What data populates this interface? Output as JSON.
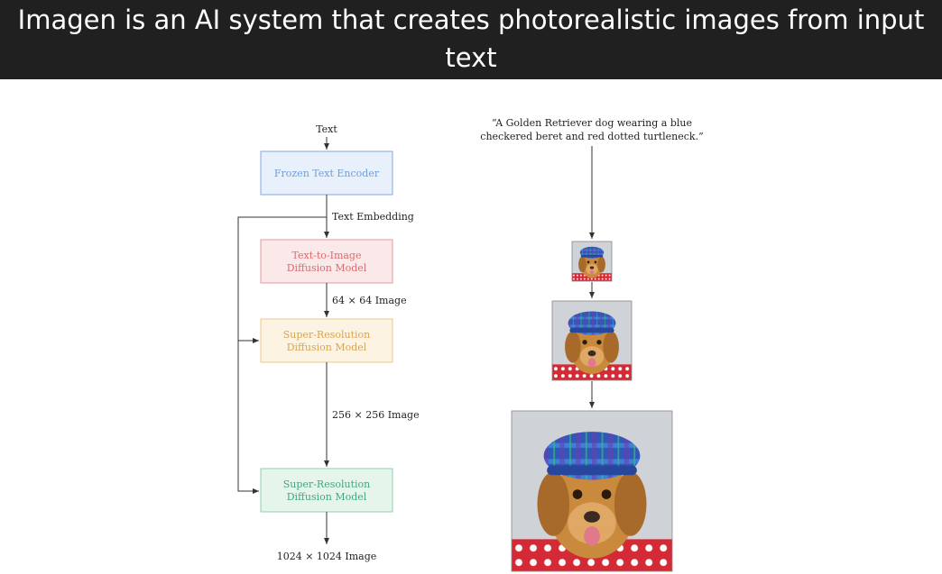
{
  "slide": {
    "title": "Imagen is an AI system that creates photorealistic images from input text"
  },
  "pipeline": {
    "input_label": "Text",
    "encoder_label": "Frozen Text Encoder",
    "embedding_label": "Text Embedding",
    "base_model": [
      "Text-to-Image",
      "Diffusion Model"
    ],
    "size_1": "64 × 64 Image",
    "sr1_model": [
      "Super-Resolution",
      "Diffusion Model"
    ],
    "size_2": "256 × 256 Image",
    "sr2_model": [
      "Super-Resolution",
      "Diffusion Model"
    ],
    "output_label": "1024 × 1024 Image"
  },
  "example": {
    "prompt": [
      "“A Golden Retriever dog wearing a blue",
      "checkered beret and red dotted turtleneck.”"
    ]
  },
  "colors": {
    "header_bg": "#202020",
    "encoder": "#6f9ed8",
    "base": "#dd6b6f",
    "sr1": "#d9a44f",
    "sr2": "#3fa97b"
  }
}
